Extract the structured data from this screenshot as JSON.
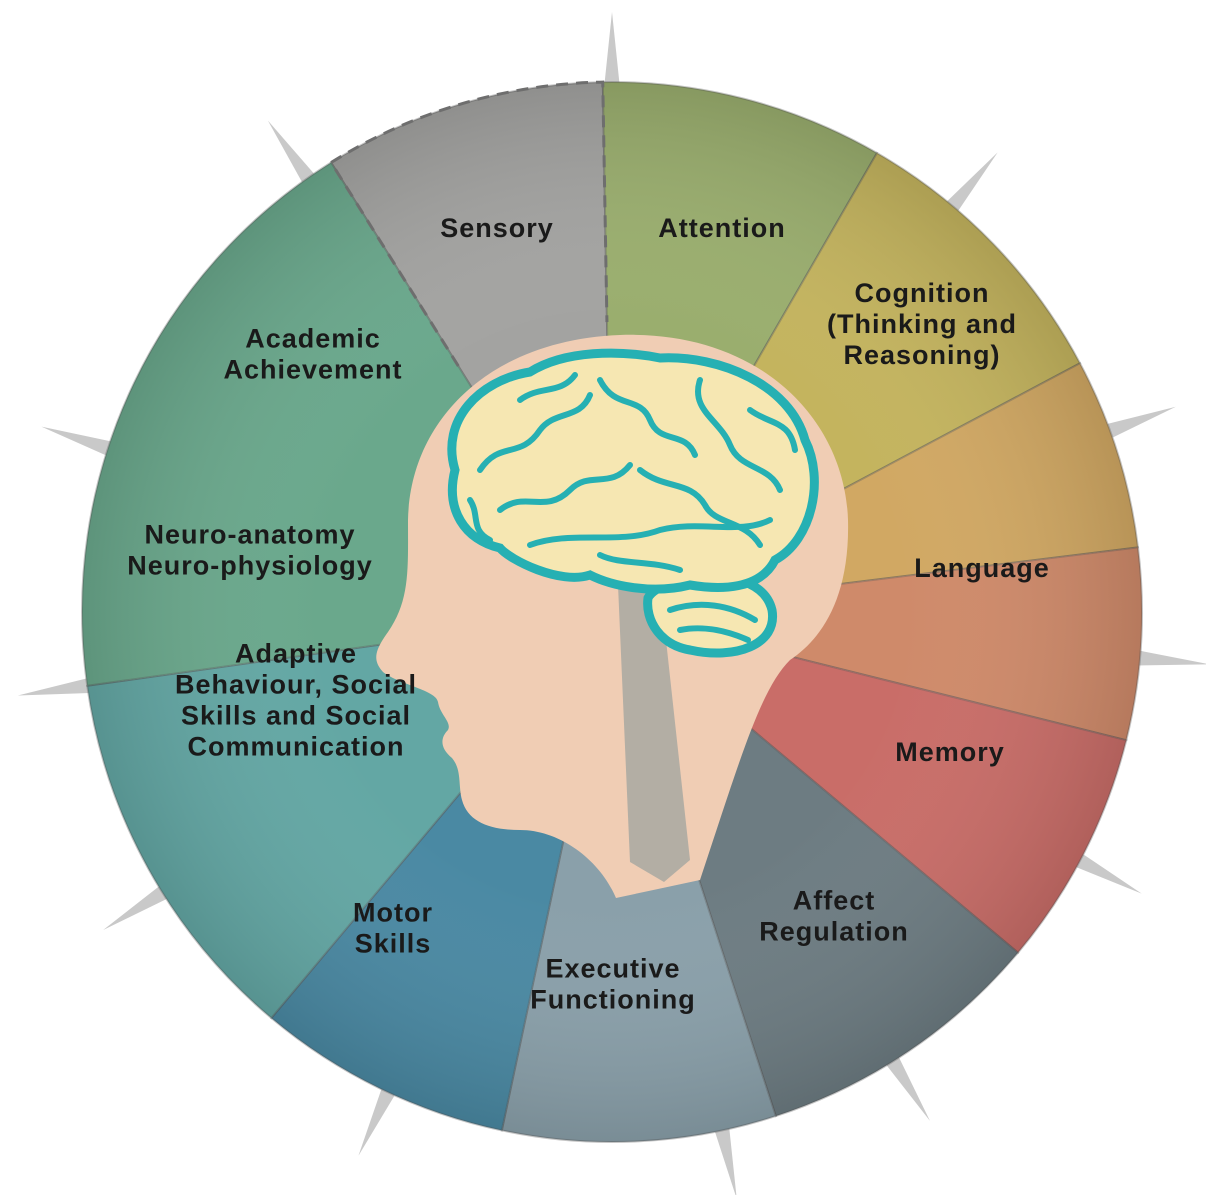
{
  "diagram": {
    "segments": [
      {
        "id": "sensory",
        "lines": [
          "Sensory"
        ],
        "color": "#a3a3a1"
      },
      {
        "id": "attention",
        "lines": [
          "Attention"
        ],
        "color": "#9aae6e"
      },
      {
        "id": "cognition",
        "lines": [
          "Cognition",
          "(Thinking and",
          "Reasoning)"
        ],
        "color": "#c4b45e"
      },
      {
        "id": "language",
        "lines": [
          "Language"
        ],
        "color": "#d1a863"
      },
      {
        "id": "memory",
        "lines": [
          "Memory"
        ],
        "color": "#cf8a6a"
      },
      {
        "id": "affect-regulation",
        "lines": [
          "Affect",
          "Regulation"
        ],
        "color": "#c96d68"
      },
      {
        "id": "executive-functioning",
        "lines": [
          "Executive",
          "Functioning"
        ],
        "color": "#6d7c82"
      },
      {
        "id": "motor-skills",
        "lines": [
          "Motor",
          "Skills"
        ],
        "color": "#8aa0aa"
      },
      {
        "id": "adaptive-behaviour",
        "lines": [
          "Adaptive",
          "Behaviour, Social",
          "Skills and Social",
          "Communication"
        ],
        "color": "#4a89a3"
      },
      {
        "id": "neuro-anatomy",
        "lines": [
          "Neuro-anatomy",
          "Neuro-physiology"
        ],
        "color": "#63a7a4"
      },
      {
        "id": "academic-achievement",
        "lines": [
          "Academic",
          "Achievement"
        ],
        "color": "#6aa88c"
      }
    ],
    "head_color": "#f0cdb4",
    "brain_fill": "#f6e7b2",
    "brain_outline": "#26b0b3",
    "stem_color": "#b3aea4"
  }
}
